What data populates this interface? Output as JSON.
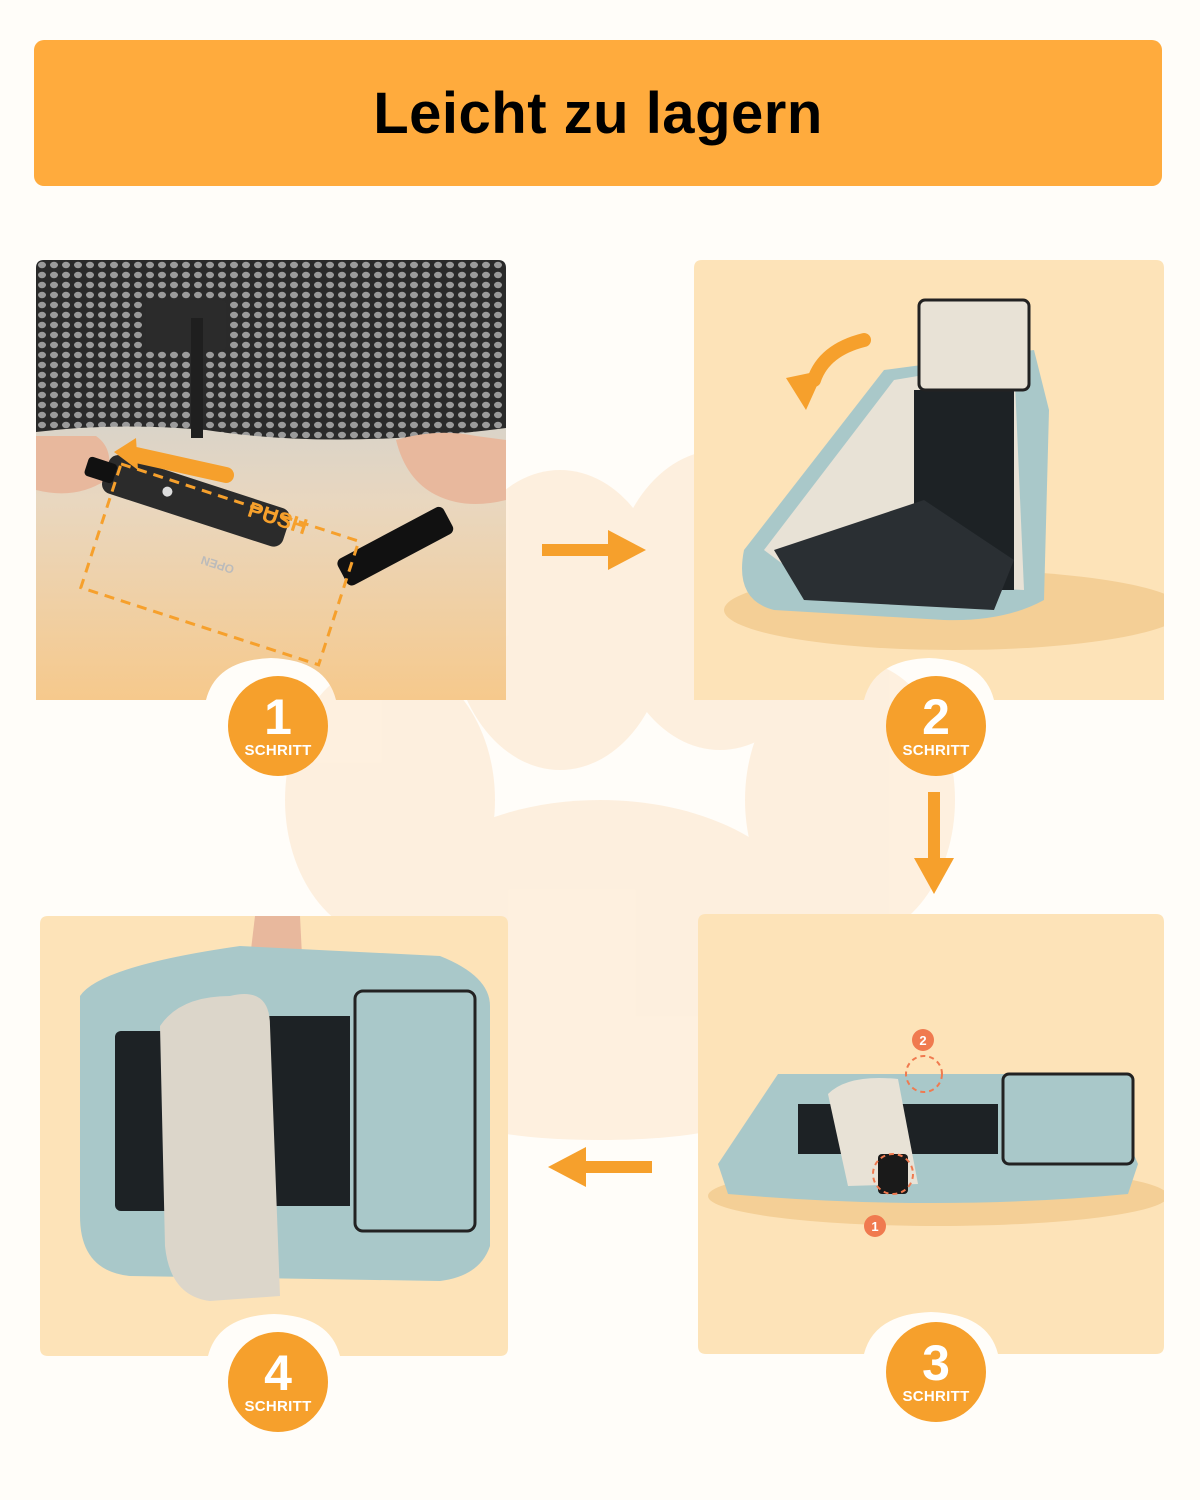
{
  "header": {
    "title": "Leicht zu lagern"
  },
  "steps": [
    {
      "number": "1",
      "label": "SCHRITT",
      "image": "push-tube-illustration",
      "push_text": "PUSH",
      "open_text": "OPEN"
    },
    {
      "number": "2",
      "label": "SCHRITT",
      "image": "folding-carrier-illustration"
    },
    {
      "number": "3",
      "label": "SCHRITT",
      "image": "flattened-carrier-illustration",
      "callouts": [
        "1",
        "2"
      ]
    },
    {
      "number": "4",
      "label": "SCHRITT",
      "image": "carry-folded-carrier-illustration"
    }
  ],
  "colors": {
    "accent": "#ffab3d",
    "badge": "#f6a02c",
    "panel": "#fde3b8",
    "carrier": "#a9c8c9"
  }
}
